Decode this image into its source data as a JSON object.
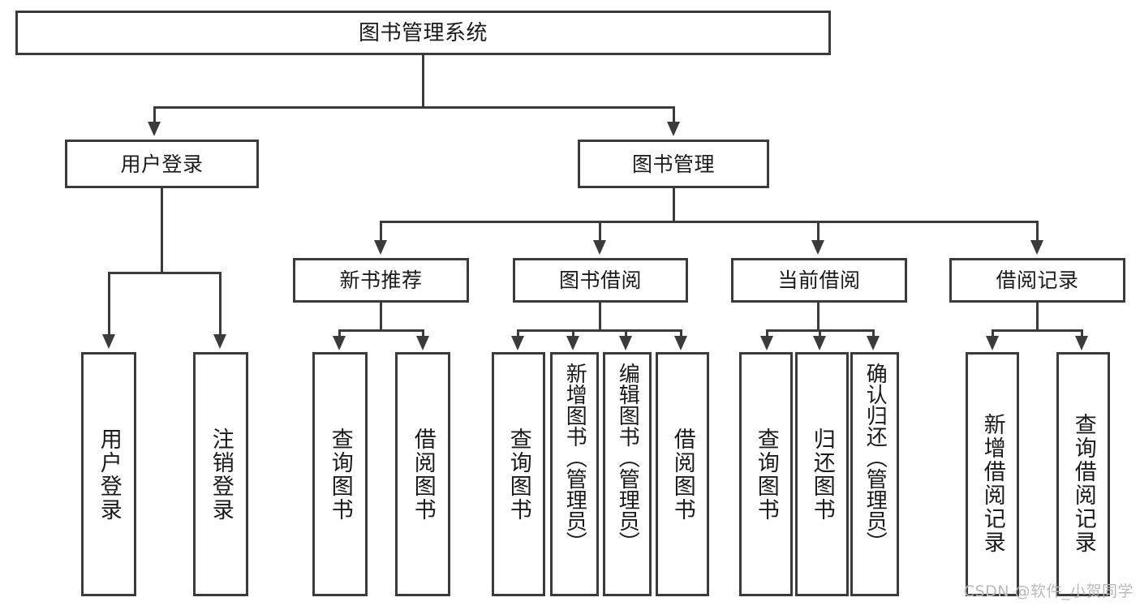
{
  "diagram": {
    "title": "图书管理系统",
    "type": "tree",
    "root": {
      "label": "图书管理系统"
    },
    "level2": [
      {
        "label": "用户登录"
      },
      {
        "label": "图书管理"
      }
    ],
    "level3": [
      {
        "label": "新书推荐"
      },
      {
        "label": "图书借阅"
      },
      {
        "label": "当前借阅"
      },
      {
        "label": "借阅记录"
      }
    ],
    "leaves": {
      "user_login": [
        {
          "label": "用户登录"
        },
        {
          "label": "注销登录"
        }
      ],
      "new_book_recommend": [
        {
          "label": "查询图书"
        },
        {
          "label": "借阅图书"
        }
      ],
      "book_borrow": [
        {
          "label": "查询图书"
        },
        {
          "label": "新增图书（管理员）"
        },
        {
          "label": "编辑图书（管理员）"
        },
        {
          "label": "借阅图书"
        }
      ],
      "current_borrow": [
        {
          "label": "查询图书"
        },
        {
          "label": "归还图书"
        },
        {
          "label": "确认归还（管理员）"
        }
      ],
      "borrow_record": [
        {
          "label": "新增借阅记录"
        },
        {
          "label": "查询借阅记录"
        }
      ]
    }
  },
  "watermark": {
    "text": "CSDN @软件_小贺同学"
  },
  "colors": {
    "stroke": "#3b3b3b",
    "fill": "#ffffff",
    "text": "#1a1a1a",
    "watermark": "#b9b9b9"
  }
}
